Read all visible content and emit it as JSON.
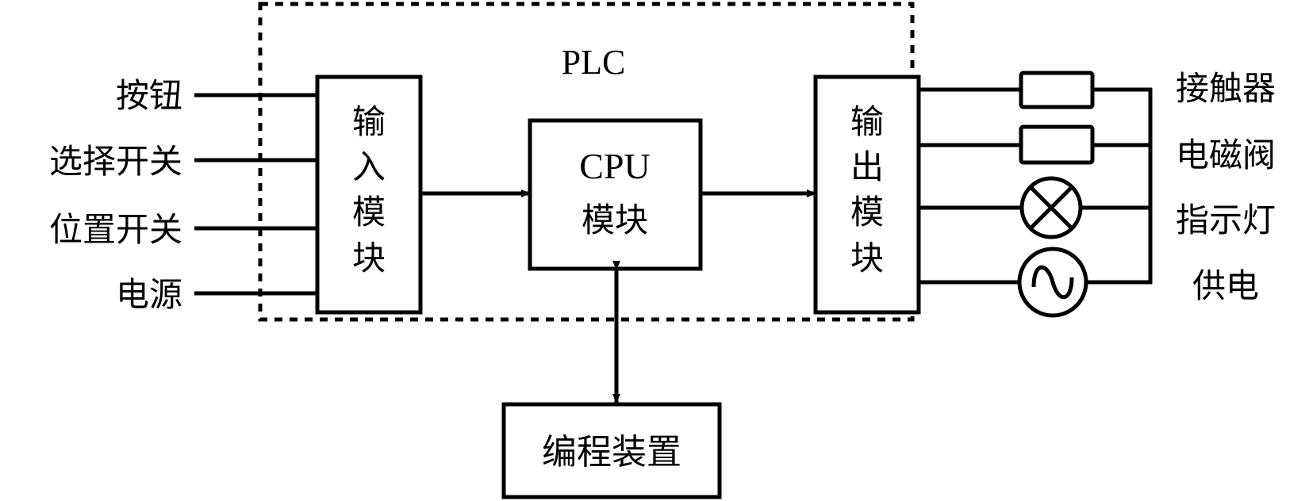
{
  "diagram": {
    "title": "PLC",
    "inputs": [
      "按钮",
      "选择开关",
      "位置开关",
      "电源"
    ],
    "input_module": [
      "输",
      "入",
      "模",
      "块"
    ],
    "cpu_module": {
      "line1": "CPU",
      "line2": "模块"
    },
    "output_module": [
      "输",
      "出",
      "模",
      "块"
    ],
    "programming_device": "编程装置",
    "outputs": [
      {
        "label": "接触器",
        "symbol": "coil-rectangle"
      },
      {
        "label": "电磁阀",
        "symbol": "coil-rectangle"
      },
      {
        "label": "指示灯",
        "symbol": "lamp-cross-circle"
      },
      {
        "label": "供电",
        "symbol": "ac-source-circle"
      }
    ],
    "colors": {
      "stroke": "#000000",
      "background": "#ffffff"
    }
  }
}
